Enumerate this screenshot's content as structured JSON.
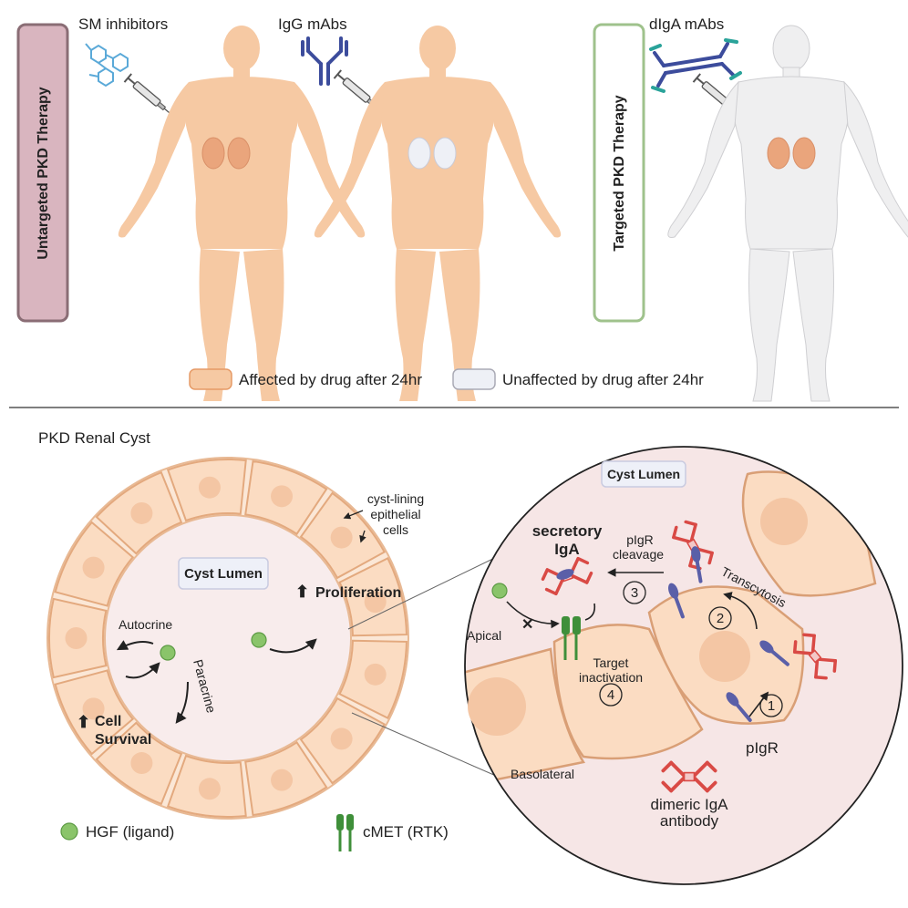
{
  "top": {
    "untargeted_label": "Untargeted PKD Therapy",
    "targeted_label": "Targeted PKD Therapy",
    "drug1": "SM inhibitors",
    "drug2": "IgG mAbs",
    "drug3": "dIgA mAbs",
    "legend_affected": "Affected by drug after 24hr",
    "legend_unaffected": "Unaffected by drug after 24hr"
  },
  "bottom": {
    "section_title": "PKD Renal Cyst",
    "cyst_lumen": "Cyst Lumen",
    "cyst_lining_1": "cyst-lining",
    "cyst_lining_2": "epithelial",
    "cyst_lining_3": "cells",
    "proliferation": "Proliferation",
    "autocrine": "Autocrine",
    "paracrine": "Paracrine",
    "cell": "Cell",
    "survival": "Survival",
    "legend_hgf": "HGF (ligand)",
    "legend_cmet": "cMET (RTK)"
  },
  "zoom": {
    "cyst_lumen": "Cyst Lumen",
    "secretory_1": "secretory",
    "secretory_2": "IgA",
    "pigr_cleavage_1": "pIgR",
    "pigr_cleavage_2": "cleavage",
    "transcytosis": "Transcytosis",
    "apical": "Apical",
    "basolateral": "Basolateral",
    "target_1": "Target",
    "target_2": "inactivation",
    "pigr": "pIgR",
    "dimeric_1": "dimeric IgA",
    "dimeric_2": "antibody",
    "step1": "1",
    "step2": "2",
    "step3": "3",
    "step4": "4"
  },
  "colors": {
    "body_affected": "#f6c9a3",
    "body_unaffected": "#efeff0",
    "untargeted_box": "#d9b5bf",
    "targeted_box": "#ffffff",
    "targeted_border": "#9fc28c",
    "igA_red": "#d94a45",
    "pigr_blue": "#5a5fa8",
    "hgf_green": "#8ac46a",
    "cmet_green": "#3f8f3a"
  }
}
